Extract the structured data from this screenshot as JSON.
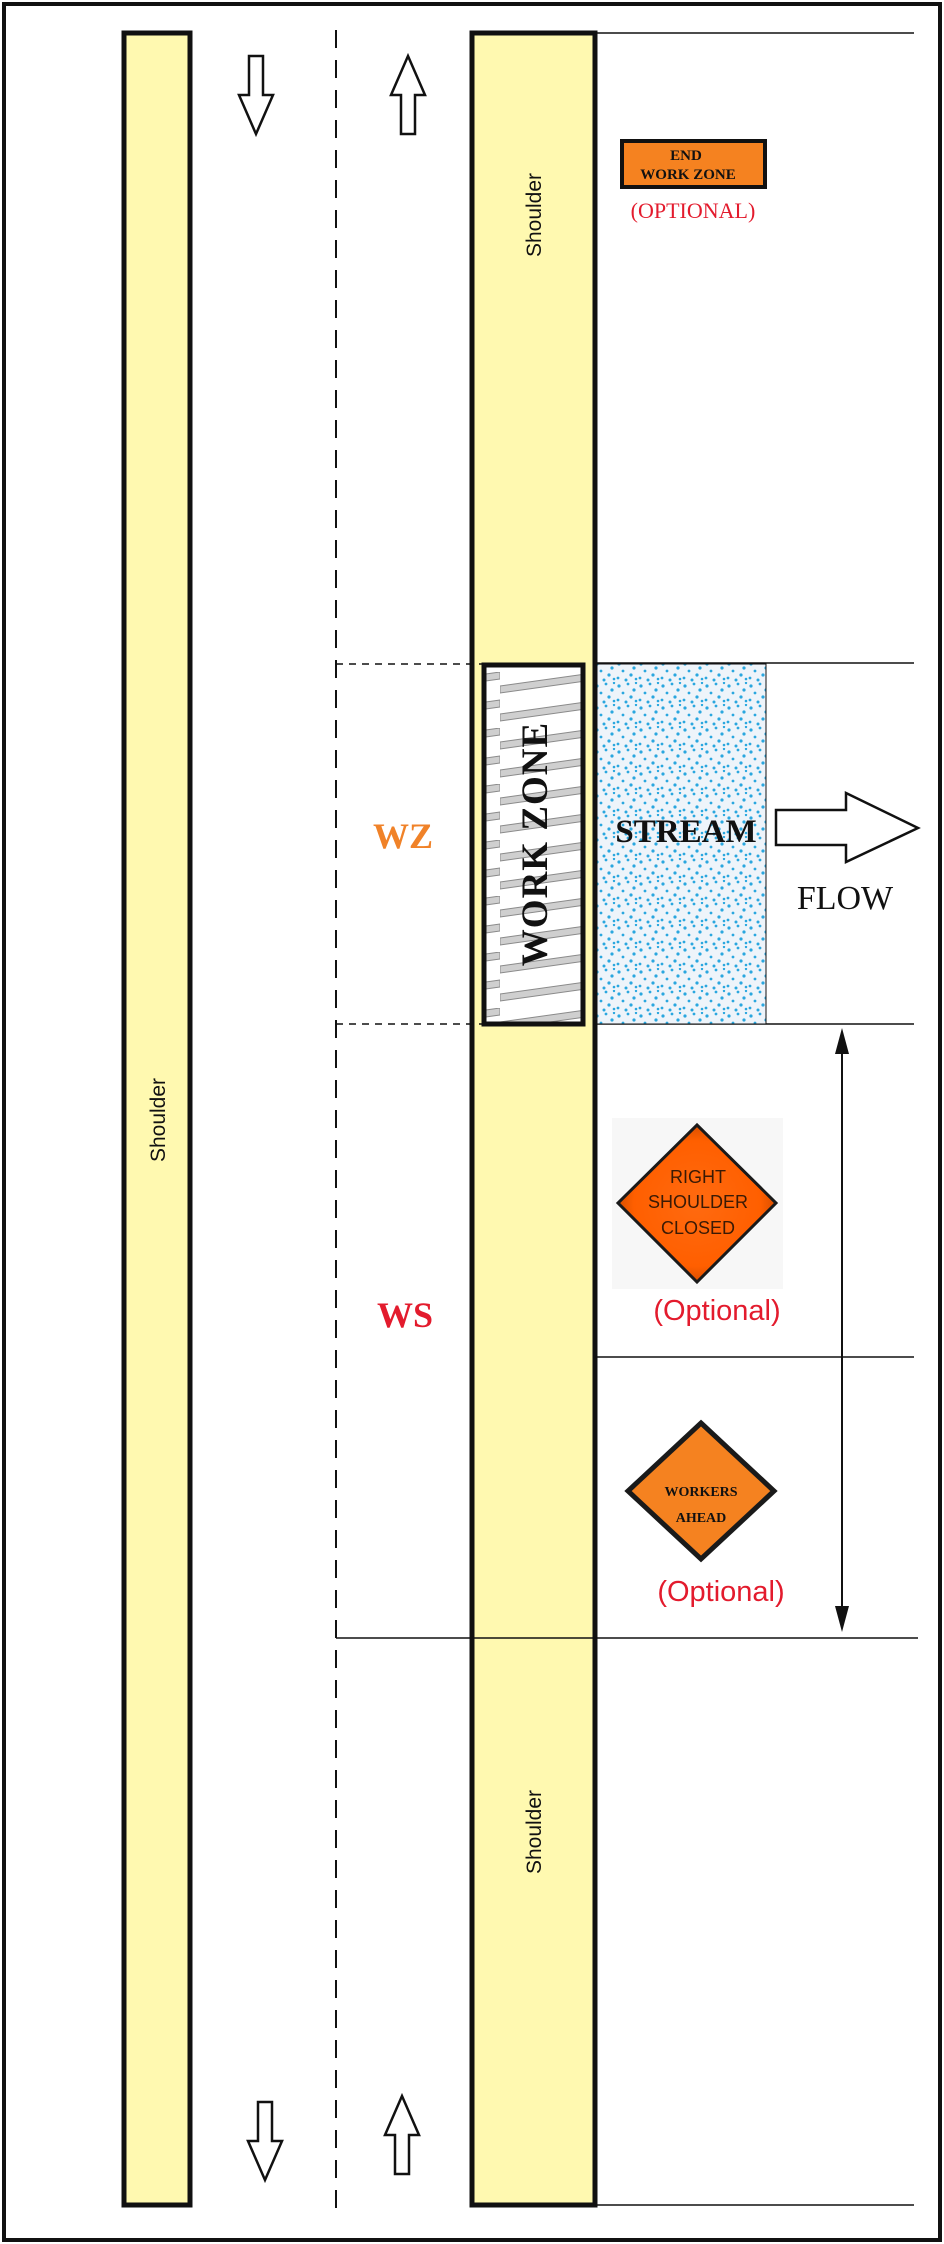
{
  "shoulders": {
    "left_label": "Shoulder",
    "right_top_label": "Shoulder",
    "right_bottom_label": "Shoulder"
  },
  "work_zone_box": {
    "label": "WORK ZONE"
  },
  "end_sign": {
    "line1": "END",
    "line2": "WORK ZONE",
    "note": "(OPTIONAL)"
  },
  "stream": {
    "label": "STREAM",
    "flow_label": "FLOW"
  },
  "zone_labels": {
    "wz": "WZ",
    "ws": "WS"
  },
  "right_shoulder_sign": {
    "line1": "RIGHT",
    "line2": "SHOULDER",
    "line3": "CLOSED",
    "note": "(Optional)"
  },
  "workers_sign": {
    "line1": "WORKERS",
    "line2": "AHEAD",
    "note": "(Optional)"
  },
  "colors": {
    "shoulder_fill": "#fff9b0",
    "sign_orange": "#f58220",
    "sign_orange_dark": "#ff5f00",
    "label_orange": "#f08228",
    "label_red": "#e31b2d",
    "stream_dot": "#2aa7df"
  },
  "icons": [
    "arrow-down-icon",
    "arrow-up-icon",
    "flow-arrow-icon",
    "double-arrow-icon"
  ]
}
